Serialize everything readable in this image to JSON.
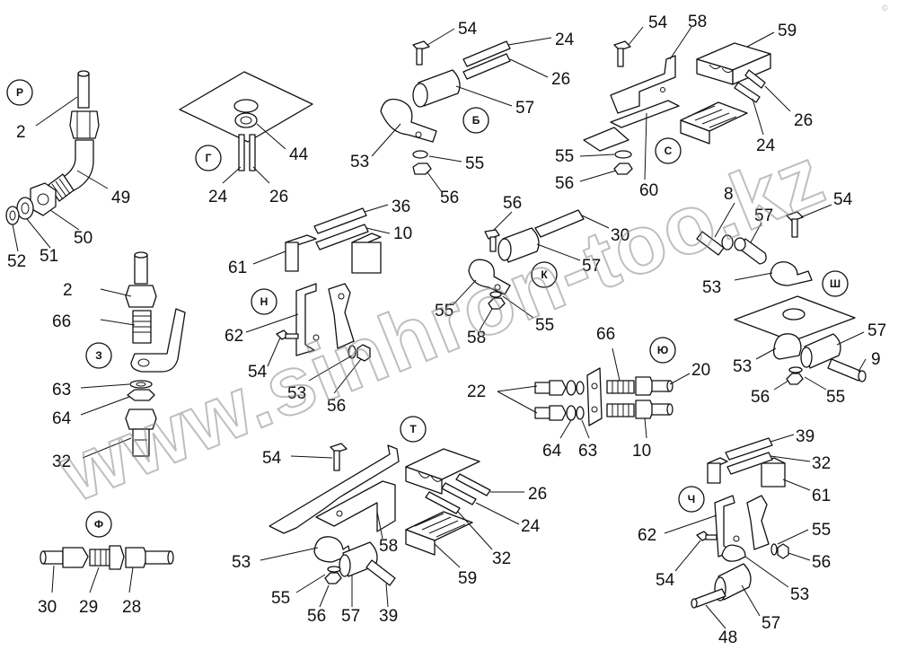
{
  "badges": {
    "P": "Р",
    "G": "Г",
    "B": "Б",
    "S": "С",
    "N": "Н",
    "K": "К",
    "Sh": "Ш",
    "Z": "З",
    "Yu": "Ю",
    "T": "Т",
    "F": "Ф",
    "Ch": "Ч"
  },
  "watermark": "www.sinhron-too.kz",
  "corner_mark": "©",
  "labels": {
    "r_2": "2",
    "r_49": "49",
    "r_50": "50",
    "r_51": "51",
    "r_52": "52",
    "g_44": "44",
    "g_24": "24",
    "g_26": "26",
    "b_54": "54",
    "b_24": "24",
    "b_26": "26",
    "b_57": "57",
    "b_53": "53",
    "b_55": "55",
    "b_56": "56",
    "s_54": "54",
    "s_58": "58",
    "s_59": "59",
    "s_26": "26",
    "s_24": "24",
    "s_55": "55",
    "s_56": "56",
    "s_60": "60",
    "n_36": "36",
    "n_10": "10",
    "n_61": "61",
    "n_62": "62",
    "n_54": "54",
    "n_53": "53",
    "n_56": "56",
    "k_56": "56",
    "k_30": "30",
    "k_57": "57",
    "k_55a": "55",
    "k_55b": "55",
    "k_58": "58",
    "sh_8": "8",
    "sh_57a": "57",
    "sh_54": "54",
    "sh_53a": "53",
    "sh_57b": "57",
    "sh_53b": "53",
    "sh_9": "9",
    "sh_56": "56",
    "sh_55": "55",
    "z_2": "2",
    "z_66": "66",
    "z_63": "63",
    "z_64": "64",
    "z_32": "32",
    "yu_66": "66",
    "yu_22": "22",
    "yu_20": "20",
    "yu_64": "64",
    "yu_63": "63",
    "yu_10": "10",
    "t_54": "54",
    "t_26": "26",
    "t_24": "24",
    "t_32": "32",
    "t_53": "53",
    "t_58": "58",
    "t_59": "59",
    "t_55": "55",
    "t_56": "56",
    "t_57": "57",
    "t_39": "39",
    "f_30": "30",
    "f_29": "29",
    "f_28": "28",
    "ch_39": "39",
    "ch_32": "32",
    "ch_61": "61",
    "ch_62": "62",
    "ch_55": "55",
    "ch_56": "56",
    "ch_54": "54",
    "ch_53": "53",
    "ch_57": "57",
    "ch_48": "48"
  }
}
